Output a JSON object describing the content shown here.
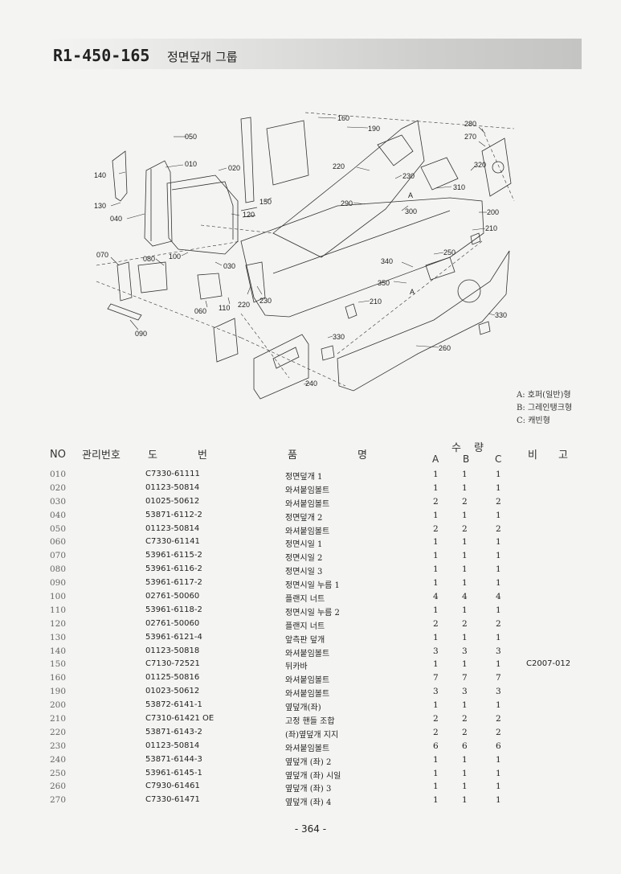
{
  "header": {
    "code": "R1-450-165",
    "title": "정면덮개 그룹"
  },
  "diagram_labels": {
    "l010": "010",
    "l020": "020",
    "l030": "030",
    "l040": "040",
    "l050": "050",
    "l060": "060",
    "l070": "070",
    "l080": "080",
    "l090": "090",
    "l100": "100",
    "l110": "110",
    "l120": "120",
    "l130": "130",
    "l140": "140",
    "l150": "150",
    "l160": "160",
    "l190": "190",
    "l200": "200",
    "l210a": "210",
    "l210b": "210",
    "l220a": "220",
    "l220b": "220",
    "l230a": "230",
    "l230b": "230",
    "l240": "240",
    "l250": "250",
    "l260": "260",
    "l270": "270",
    "l280": "280",
    "l290": "290",
    "l300": "300",
    "l310": "310",
    "l320": "320",
    "l330a": "330",
    "l330b": "330",
    "l340": "340",
    "l350": "350",
    "lA1": "A",
    "lA2": "A"
  },
  "legend": [
    "A: 호퍼(일반)형",
    "B: 그레인탱크형",
    "C: 캐빈형"
  ],
  "table_header": {
    "no": "NO",
    "mgmt": "관리번호",
    "do": "도",
    "beon": "번",
    "pum": "품",
    "myeong": "명",
    "su": "수",
    "ryang": "량",
    "a": "A",
    "b": "B",
    "c": "C",
    "bi": "비",
    "go": "고"
  },
  "rows": [
    {
      "no": "010",
      "part": "C7330-61111",
      "name": "정면덮개 1",
      "a": "1",
      "b": "1",
      "c": "1",
      "remark": ""
    },
    {
      "no": "020",
      "part": "01123-50814",
      "name": "와셔붙임볼트",
      "a": "1",
      "b": "1",
      "c": "1",
      "remark": ""
    },
    {
      "no": "030",
      "part": "01025-50612",
      "name": "와셔붙임볼트",
      "a": "2",
      "b": "2",
      "c": "2",
      "remark": ""
    },
    {
      "no": "040",
      "part": "53871-6112-2",
      "name": "정면덮개 2",
      "a": "1",
      "b": "1",
      "c": "1",
      "remark": ""
    },
    {
      "no": "050",
      "part": "01123-50814",
      "name": "와셔붙임볼트",
      "a": "2",
      "b": "2",
      "c": "2",
      "remark": ""
    },
    {
      "no": "060",
      "part": "C7330-61141",
      "name": "정면시일 1",
      "a": "1",
      "b": "1",
      "c": "1",
      "remark": ""
    },
    {
      "no": "070",
      "part": "53961-6115-2",
      "name": "정면시일 2",
      "a": "1",
      "b": "1",
      "c": "1",
      "remark": ""
    },
    {
      "no": "080",
      "part": "53961-6116-2",
      "name": "정면시일 3",
      "a": "1",
      "b": "1",
      "c": "1",
      "remark": ""
    },
    {
      "no": "090",
      "part": "53961-6117-2",
      "name": "정면시일 누름 1",
      "a": "1",
      "b": "1",
      "c": "1",
      "remark": ""
    },
    {
      "no": "100",
      "part": "02761-50060",
      "name": "플랜지 너트",
      "a": "4",
      "b": "4",
      "c": "4",
      "remark": ""
    },
    {
      "no": "110",
      "part": "53961-6118-2",
      "name": "정면시일 누름 2",
      "a": "1",
      "b": "1",
      "c": "1",
      "remark": ""
    },
    {
      "no": "120",
      "part": "02761-50060",
      "name": "플랜지 너트",
      "a": "2",
      "b": "2",
      "c": "2",
      "remark": ""
    },
    {
      "no": "130",
      "part": "53961-6121-4",
      "name": "앞측판 덮개",
      "a": "1",
      "b": "1",
      "c": "1",
      "remark": ""
    },
    {
      "no": "140",
      "part": "01123-50818",
      "name": "와셔붙임볼트",
      "a": "3",
      "b": "3",
      "c": "3",
      "remark": ""
    },
    {
      "no": "150",
      "part": "C7130-72521",
      "name": "뒤카바",
      "a": "1",
      "b": "1",
      "c": "1",
      "remark": "C2007-012"
    },
    {
      "no": "160",
      "part": "01125-50816",
      "name": "와셔붙임볼트",
      "a": "7",
      "b": "7",
      "c": "7",
      "remark": ""
    },
    {
      "no": "190",
      "part": "01023-50612",
      "name": "와셔붙임볼트",
      "a": "3",
      "b": "3",
      "c": "3",
      "remark": ""
    },
    {
      "no": "200",
      "part": "53872-6141-1",
      "name": "옆덮개(좌)",
      "a": "1",
      "b": "1",
      "c": "1",
      "remark": ""
    },
    {
      "no": "210",
      "part": "C7310-61421 OE",
      "name": "고정 핸들 조합",
      "a": "2",
      "b": "2",
      "c": "2",
      "remark": ""
    },
    {
      "no": "220",
      "part": "53871-6143-2",
      "name": "(좌)옆덮개 지지",
      "a": "2",
      "b": "2",
      "c": "2",
      "remark": ""
    },
    {
      "no": "230",
      "part": "01123-50814",
      "name": "와셔붙임볼트",
      "a": "6",
      "b": "6",
      "c": "6",
      "remark": ""
    },
    {
      "no": "240",
      "part": "53871-6144-3",
      "name": "옆덮개 (좌) 2",
      "a": "1",
      "b": "1",
      "c": "1",
      "remark": ""
    },
    {
      "no": "250",
      "part": "53961-6145-1",
      "name": "옆덮개 (좌) 시일",
      "a": "1",
      "b": "1",
      "c": "1",
      "remark": ""
    },
    {
      "no": "260",
      "part": "C7930-61461",
      "name": "옆덮개 (좌) 3",
      "a": "1",
      "b": "1",
      "c": "1",
      "remark": ""
    },
    {
      "no": "270",
      "part": "C7330-61471",
      "name": "옆덮개 (좌) 4",
      "a": "1",
      "b": "1",
      "c": "1",
      "remark": ""
    }
  ],
  "page_number": "- 364 -"
}
